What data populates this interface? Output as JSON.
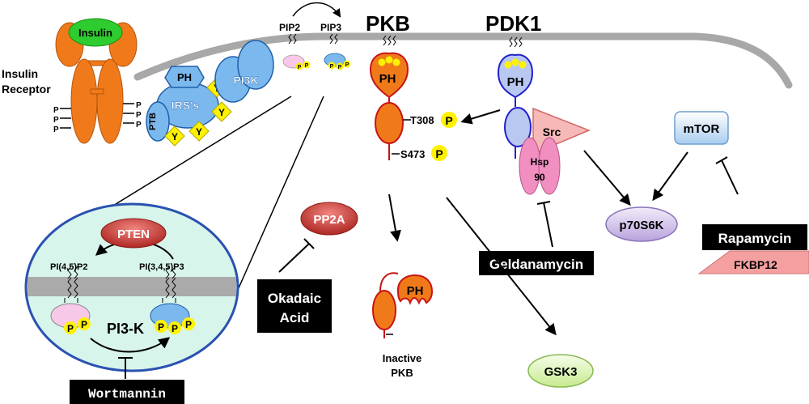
{
  "labels": {
    "insulin": "Insulin",
    "insulin_receptor_line1": "Insulin",
    "insulin_receptor_line2": "Receptor",
    "ph": "PH",
    "irs": "IRS's",
    "ptb": "PTB",
    "pi3k": "PI3K",
    "y": "Y",
    "p": "P",
    "pip2": "PIP2",
    "pip3": "PIP3",
    "pkb": "PKB",
    "pdk1": "PDK1",
    "t308": "T308",
    "s473": "S473",
    "src": "Src",
    "hsp_line1": "Hsp",
    "hsp_line2": "90",
    "mtor": "mTOR",
    "p70s6k": "p70S6K",
    "rapamycin": "Rapamycin",
    "fkbp12": "FKBP12",
    "geldanamycin": "Geldanamycin",
    "pp2a": "PP2A",
    "okadaic_line1": "Okadaic",
    "okadaic_line2": "Acid",
    "inactive_line1": "Inactive",
    "inactive_line2": "PKB",
    "gsk3": "GSK3",
    "pten": "PTEN",
    "pi45p2": "PI(4,5)P2",
    "pi345p3": "PI(3,4,5)P3",
    "pi3k_inset": "PI3-K",
    "wortmannin": "Wortmannin"
  },
  "colors": {
    "receptor_orange": "#f07a1a",
    "insulin_green": "#2ecc2e",
    "irs_blue": "#7ab8ee",
    "phospho_yellow": "#fff200",
    "membrane_gray": "#aaaaaa",
    "pten_red": "#c8302a",
    "inset_fill": "#d8f5ec",
    "mtor_blue": "#cfe3f7",
    "p70s6k_purple": "#d9c8ee",
    "gsk3_green": "#e3f7c2",
    "src_pink": "#f7b8b8",
    "hsp_pink": "#f08fc0",
    "black_box": "#000000"
  }
}
